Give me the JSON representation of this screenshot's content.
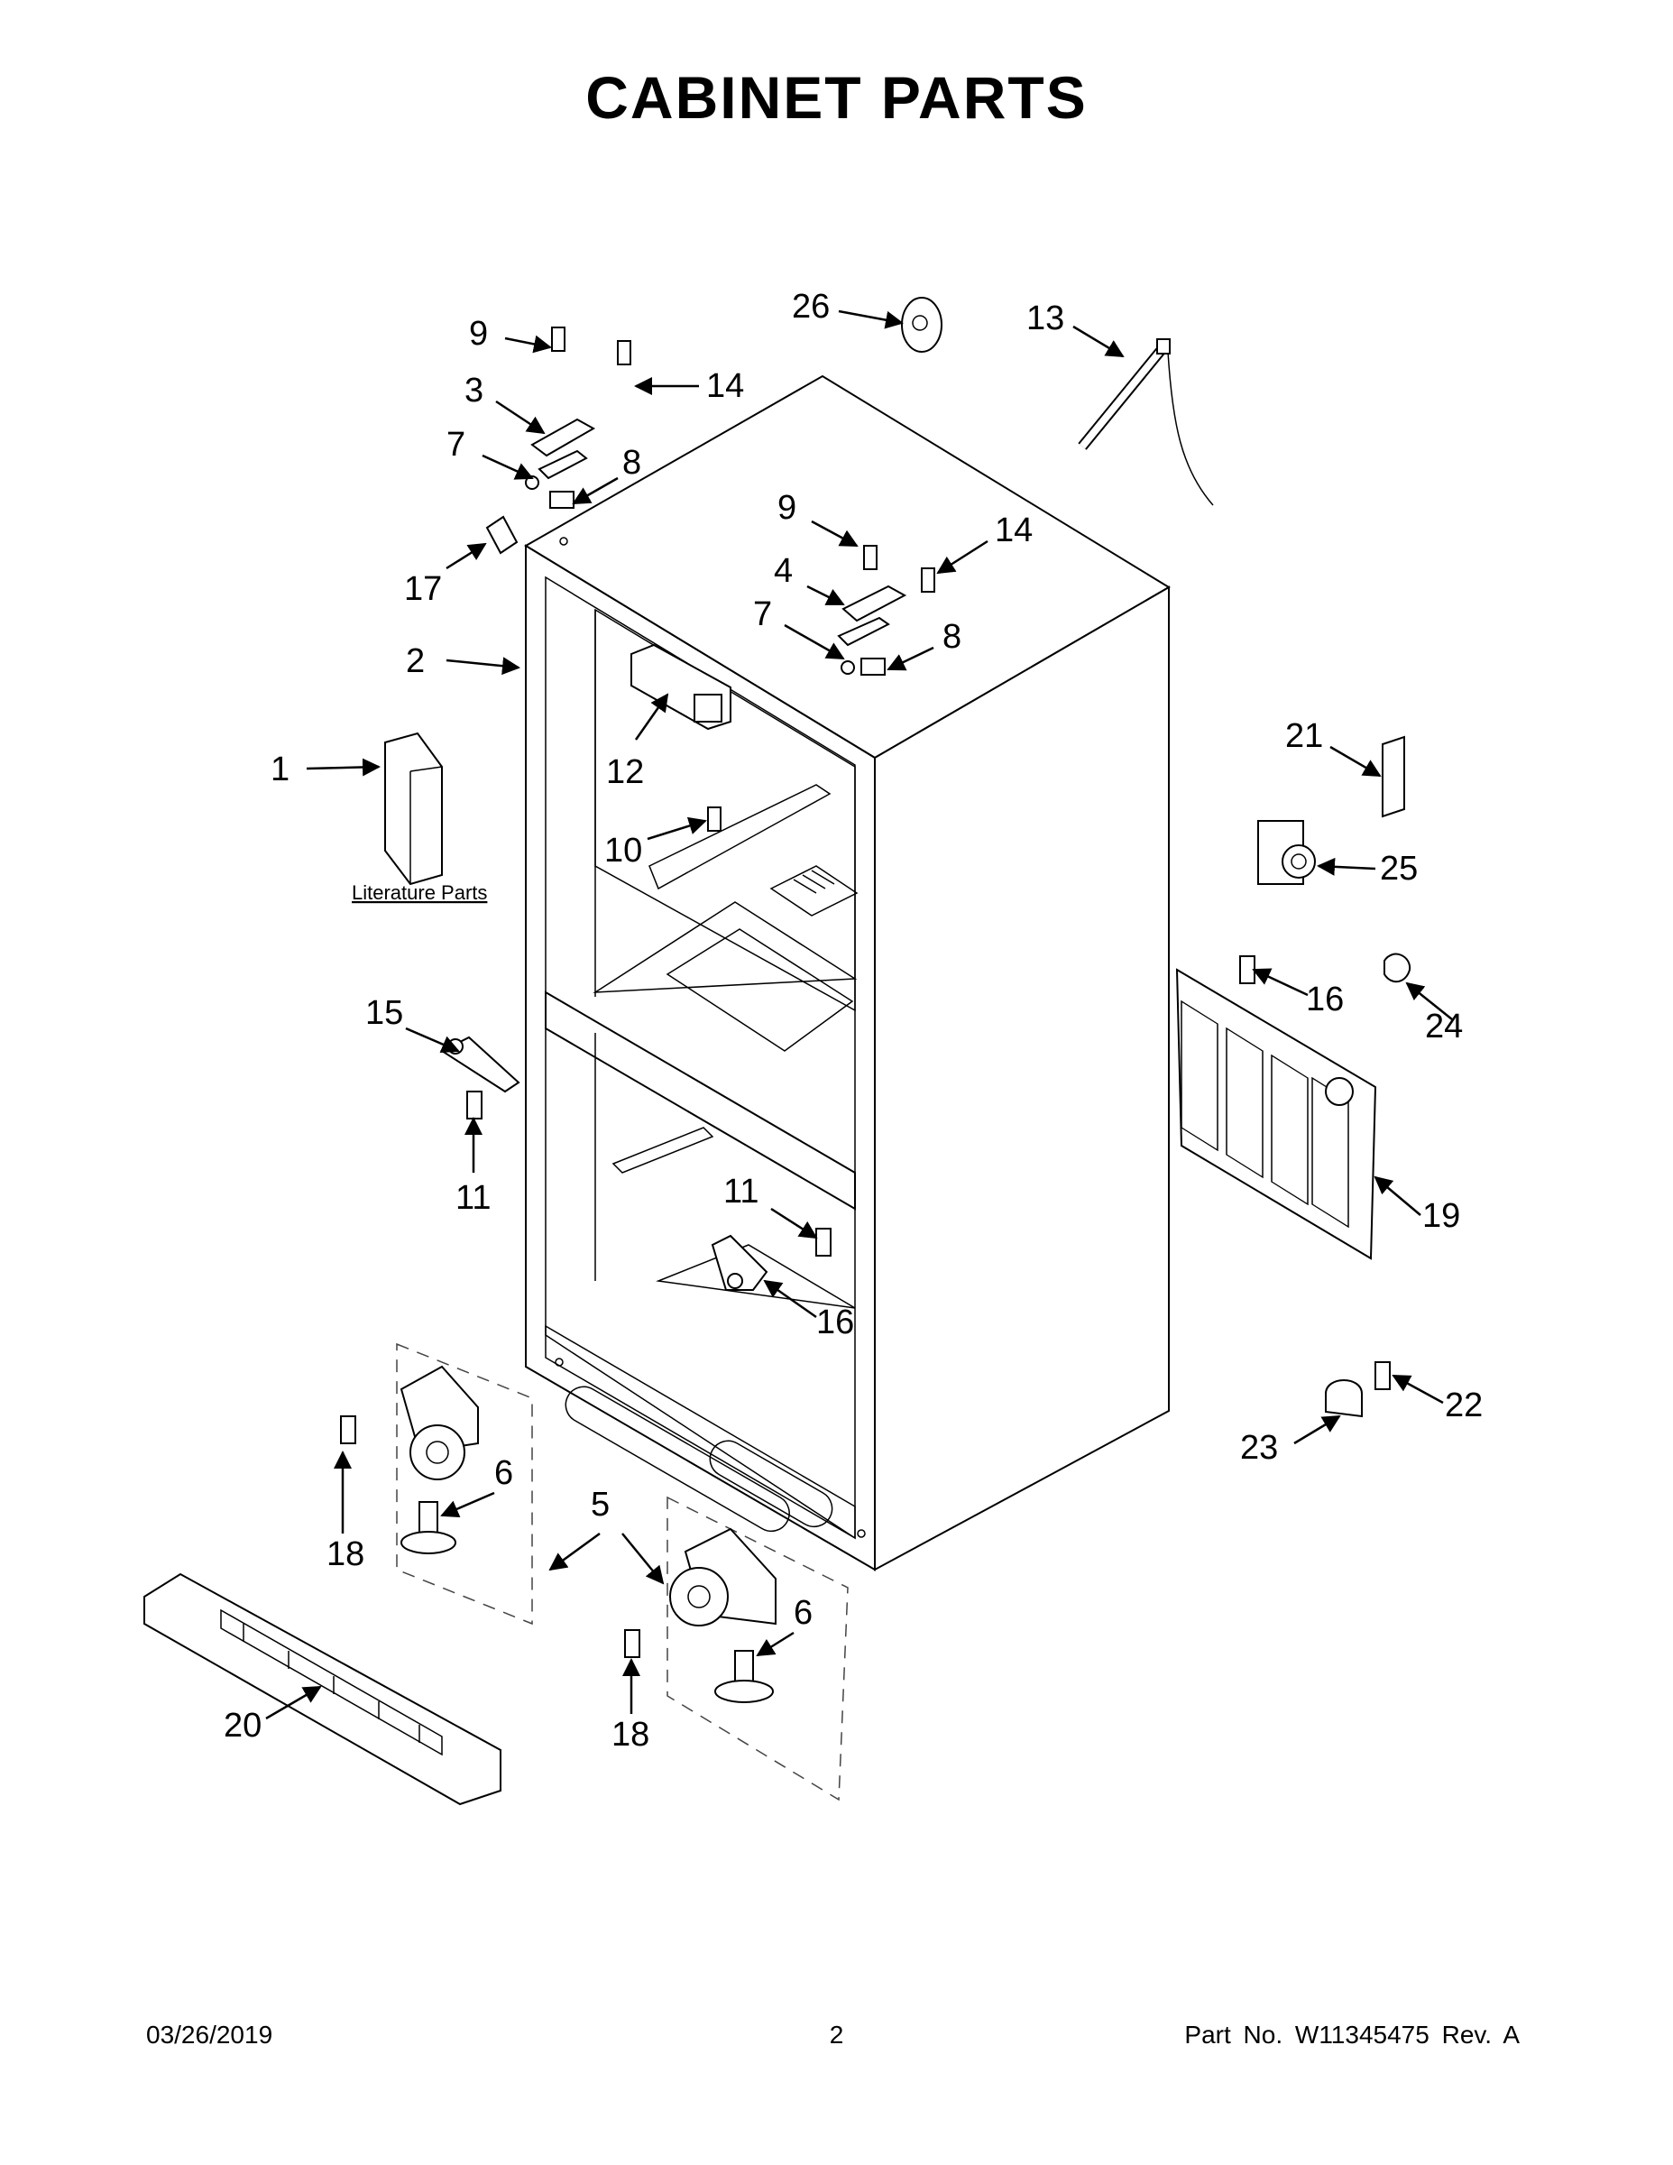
{
  "header": {
    "title": "CABINET PARTS"
  },
  "diagram": {
    "literature_label": "Literature Parts",
    "callouts": [
      "9",
      "3",
      "14",
      "7",
      "8",
      "26",
      "13",
      "9",
      "14",
      "4",
      "7",
      "8",
      "17",
      "2",
      "1",
      "12",
      "10",
      "21",
      "25",
      "16",
      "24",
      "15",
      "11",
      "19",
      "11",
      "16",
      "22",
      "23",
      "6",
      "5",
      "18",
      "6",
      "18",
      "20"
    ]
  },
  "footer": {
    "date": "03/26/2019",
    "page": "2",
    "part_no": "Part No.  W11345475  Rev.  A"
  }
}
